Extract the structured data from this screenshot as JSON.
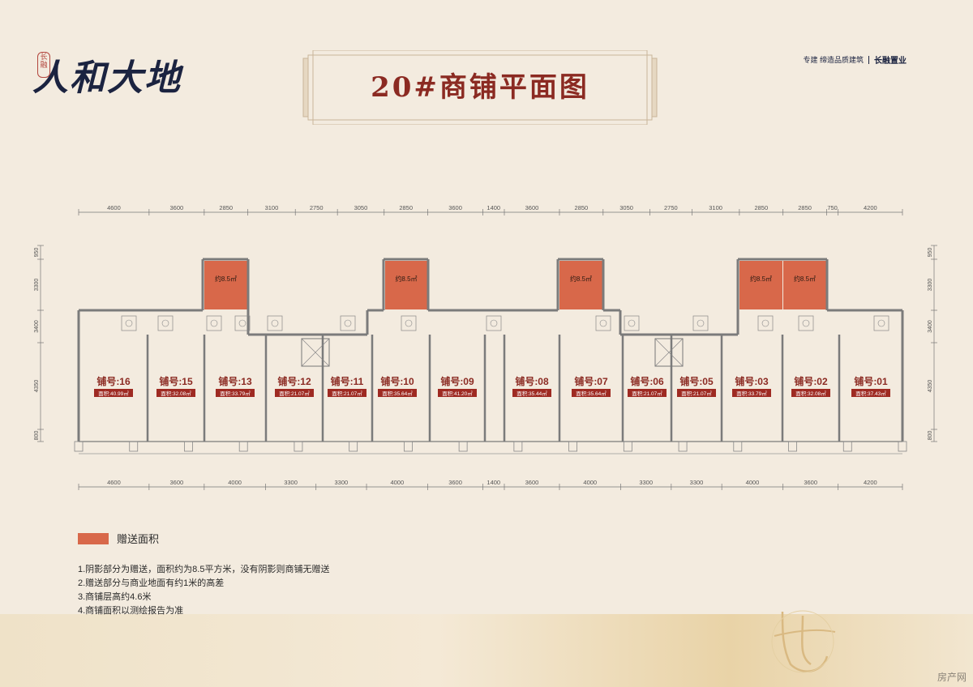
{
  "header": {
    "logo_title": "人和大地",
    "logo_seal": "长融",
    "plan_title": "20#商铺平面图",
    "brand_tagline": "专建 缔造品质建筑",
    "brand_name": "长融置业"
  },
  "plan": {
    "top_dimensions": [
      "4600",
      "3600",
      "2850",
      "3100",
      "2750",
      "3050",
      "2850",
      "3600",
      "1400",
      "3600",
      "2850",
      "3050",
      "2750",
      "3100",
      "2850",
      "2850",
      "750",
      "4200"
    ],
    "bottom_dimensions": [
      "4600",
      "3600",
      "4000",
      "3300",
      "3300",
      "4000",
      "3600",
      "1400",
      "3600",
      "4000",
      "3300",
      "3300",
      "4000",
      "3600",
      "4200"
    ],
    "side_dimensions": [
      "950",
      "3300",
      "3400",
      "4350",
      "800"
    ],
    "gift_label": "约8.5㎡",
    "shops": [
      {
        "name": "铺号:16",
        "area": "面积:40.99㎡"
      },
      {
        "name": "铺号:15",
        "area": "面积:32.08㎡"
      },
      {
        "name": "铺号:13",
        "area": "面积:33.79㎡"
      },
      {
        "name": "铺号:12",
        "area": "面积:21.07㎡"
      },
      {
        "name": "铺号:11",
        "area": "面积:21.07㎡"
      },
      {
        "name": "铺号:10",
        "area": "面积:35.64㎡"
      },
      {
        "name": "铺号:09",
        "area": "面积:41.20㎡"
      },
      {
        "name": "铺号:08",
        "area": "面积:35.44㎡"
      },
      {
        "name": "铺号:07",
        "area": "面积:35.64㎡"
      },
      {
        "name": "铺号:06",
        "area": "面积:21.07㎡"
      },
      {
        "name": "铺号:05",
        "area": "面积:21.07㎡"
      },
      {
        "name": "铺号:03",
        "area": "面积:33.79㎡"
      },
      {
        "name": "铺号:02",
        "area": "面积:32.08㎡"
      },
      {
        "name": "铺号:01",
        "area": "面积:37.43㎡"
      }
    ]
  },
  "legend": {
    "label": "赠送面积",
    "color": "#d8684a"
  },
  "notes": [
    "1.阴影部分为赠送，面积约为8.5平方米，没有阴影则商铺无赠送",
    "2.赠送部分与商业地面有约1米的高差",
    "3.商铺层高约4.6米",
    "4.商铺面积以测绘报告为准"
  ],
  "watermark": "房产网",
  "colors": {
    "title_red": "#8b2a22",
    "navy": "#1b2340",
    "wall": "#7b7b7b",
    "gift": "#d8684a",
    "label_bg": "#9e2a22"
  }
}
